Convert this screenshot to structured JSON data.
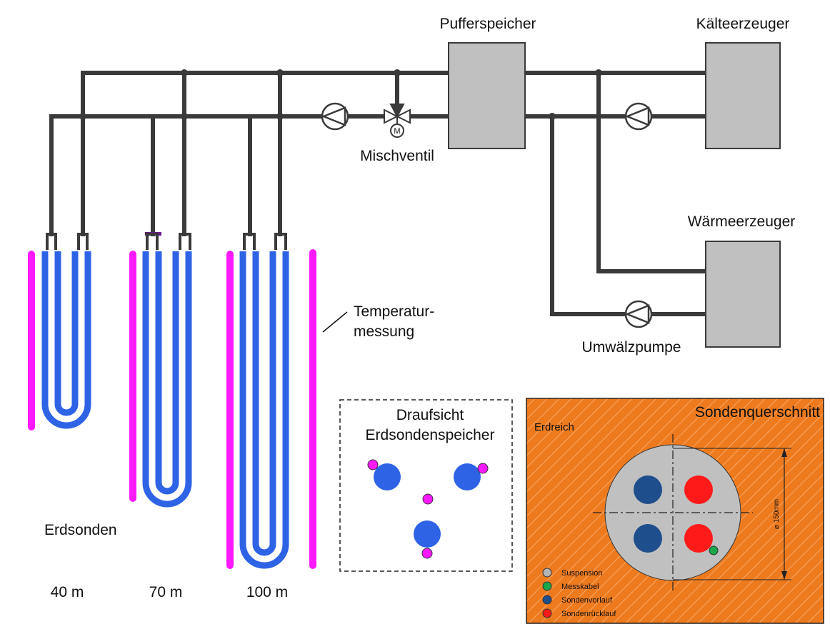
{
  "labels": {
    "pufferspeicher": "Pufferspeicher",
    "kaelteerzeuger": "Kälteerzeuger",
    "waermeerzeuger": "Wärmeerzeuger",
    "mischventil": "Mischventil",
    "motor": "M",
    "umwaelzpumpe": "Umwälzpumpe",
    "temperatur_1": "Temperatur-",
    "temperatur_2": "messung",
    "erdsonden": "Erdsonden"
  },
  "probes": [
    {
      "depth_label": "40 m"
    },
    {
      "depth_label": "70 m"
    },
    {
      "depth_label": "100 m"
    }
  ],
  "draufsicht": {
    "title_1": "Draufsicht",
    "title_2": "Erdsondenspeicher"
  },
  "querschnitt": {
    "title": "Sondenquerschnitt",
    "erdreich": "Erdreich",
    "dimension": "⌀ 150mm",
    "legend": [
      {
        "label": "Suspension",
        "color": "#b4b4b4"
      },
      {
        "label": "Messkabel",
        "color": "#1aa64a"
      },
      {
        "label": "Sondenvorlauf",
        "color": "#1f4e8c"
      },
      {
        "label": "Sondenrücklauf",
        "color": "#ff1a1a"
      }
    ]
  },
  "colors": {
    "pipe": "#3a3a3a",
    "tank": "#c0c0c0",
    "probe": "#2f63e6",
    "temperature": "#ff19ff",
    "soil": "#ee7a1e"
  }
}
